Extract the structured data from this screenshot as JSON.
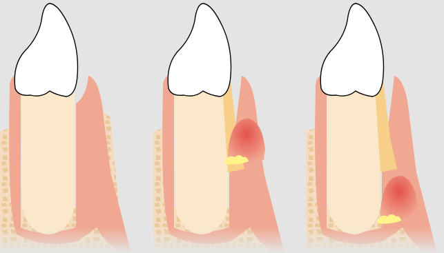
{
  "figure": {
    "panels": [
      {
        "stage": "healthy",
        "pocket": false,
        "inflamed_gum": false,
        "calculus": false,
        "bone_loss": false
      },
      {
        "stage": "gingivitis-pocket",
        "pocket": true,
        "inflamed_gum": true,
        "calculus": true,
        "bone_loss": false
      },
      {
        "stage": "periodontitis",
        "pocket": true,
        "inflamed_gum": true,
        "calculus": true,
        "bone_loss": true
      }
    ]
  },
  "colors": {
    "background": "#e4e4e4",
    "enamel": "#ffffff",
    "dentin": "#fbe8cb",
    "pulp_outline": "#f3b39c",
    "gum": "#f1a892",
    "gum_light": "#f6c6b3",
    "inflamed_red": "#e4524a",
    "plaque": "#f7cf88",
    "calculus": "#fff38a",
    "bone": "#f5dcc0",
    "bone_trabeculae": "#e9c99a",
    "outline": "#000000"
  },
  "icons": [
    "tooth-icon"
  ]
}
